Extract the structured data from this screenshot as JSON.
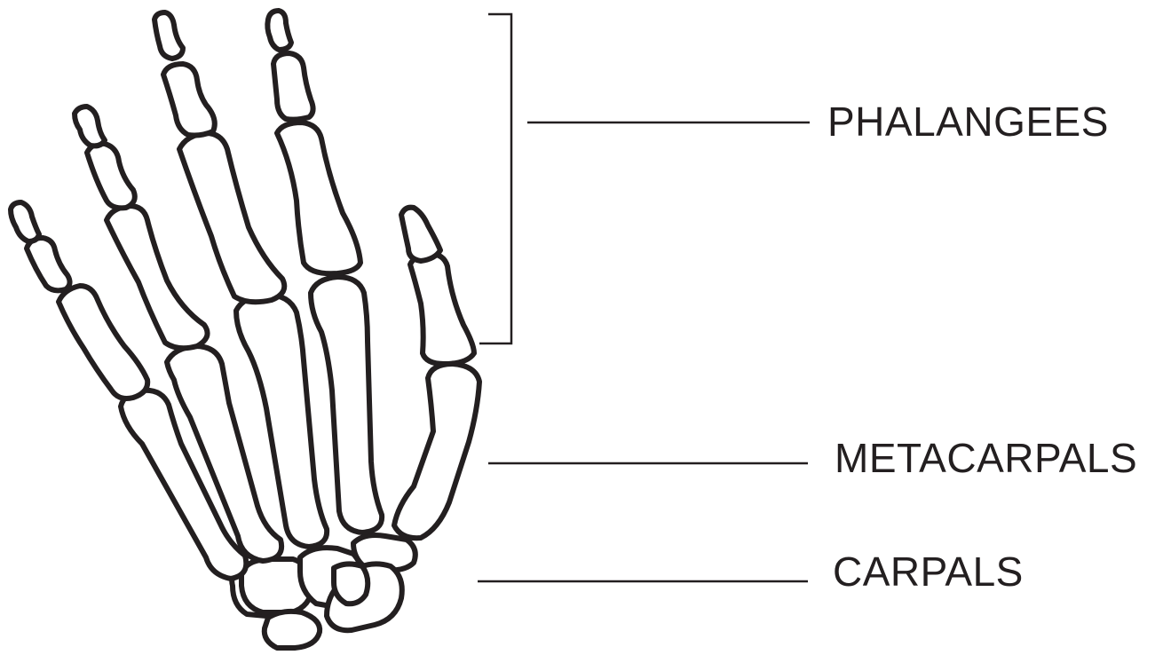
{
  "labels": {
    "phalanges": "PHALANGEES",
    "metacarpals": "METACARPALS",
    "carpals": "CARPALS"
  },
  "colors": {
    "line": "#231f20",
    "background": "#ffffff"
  }
}
